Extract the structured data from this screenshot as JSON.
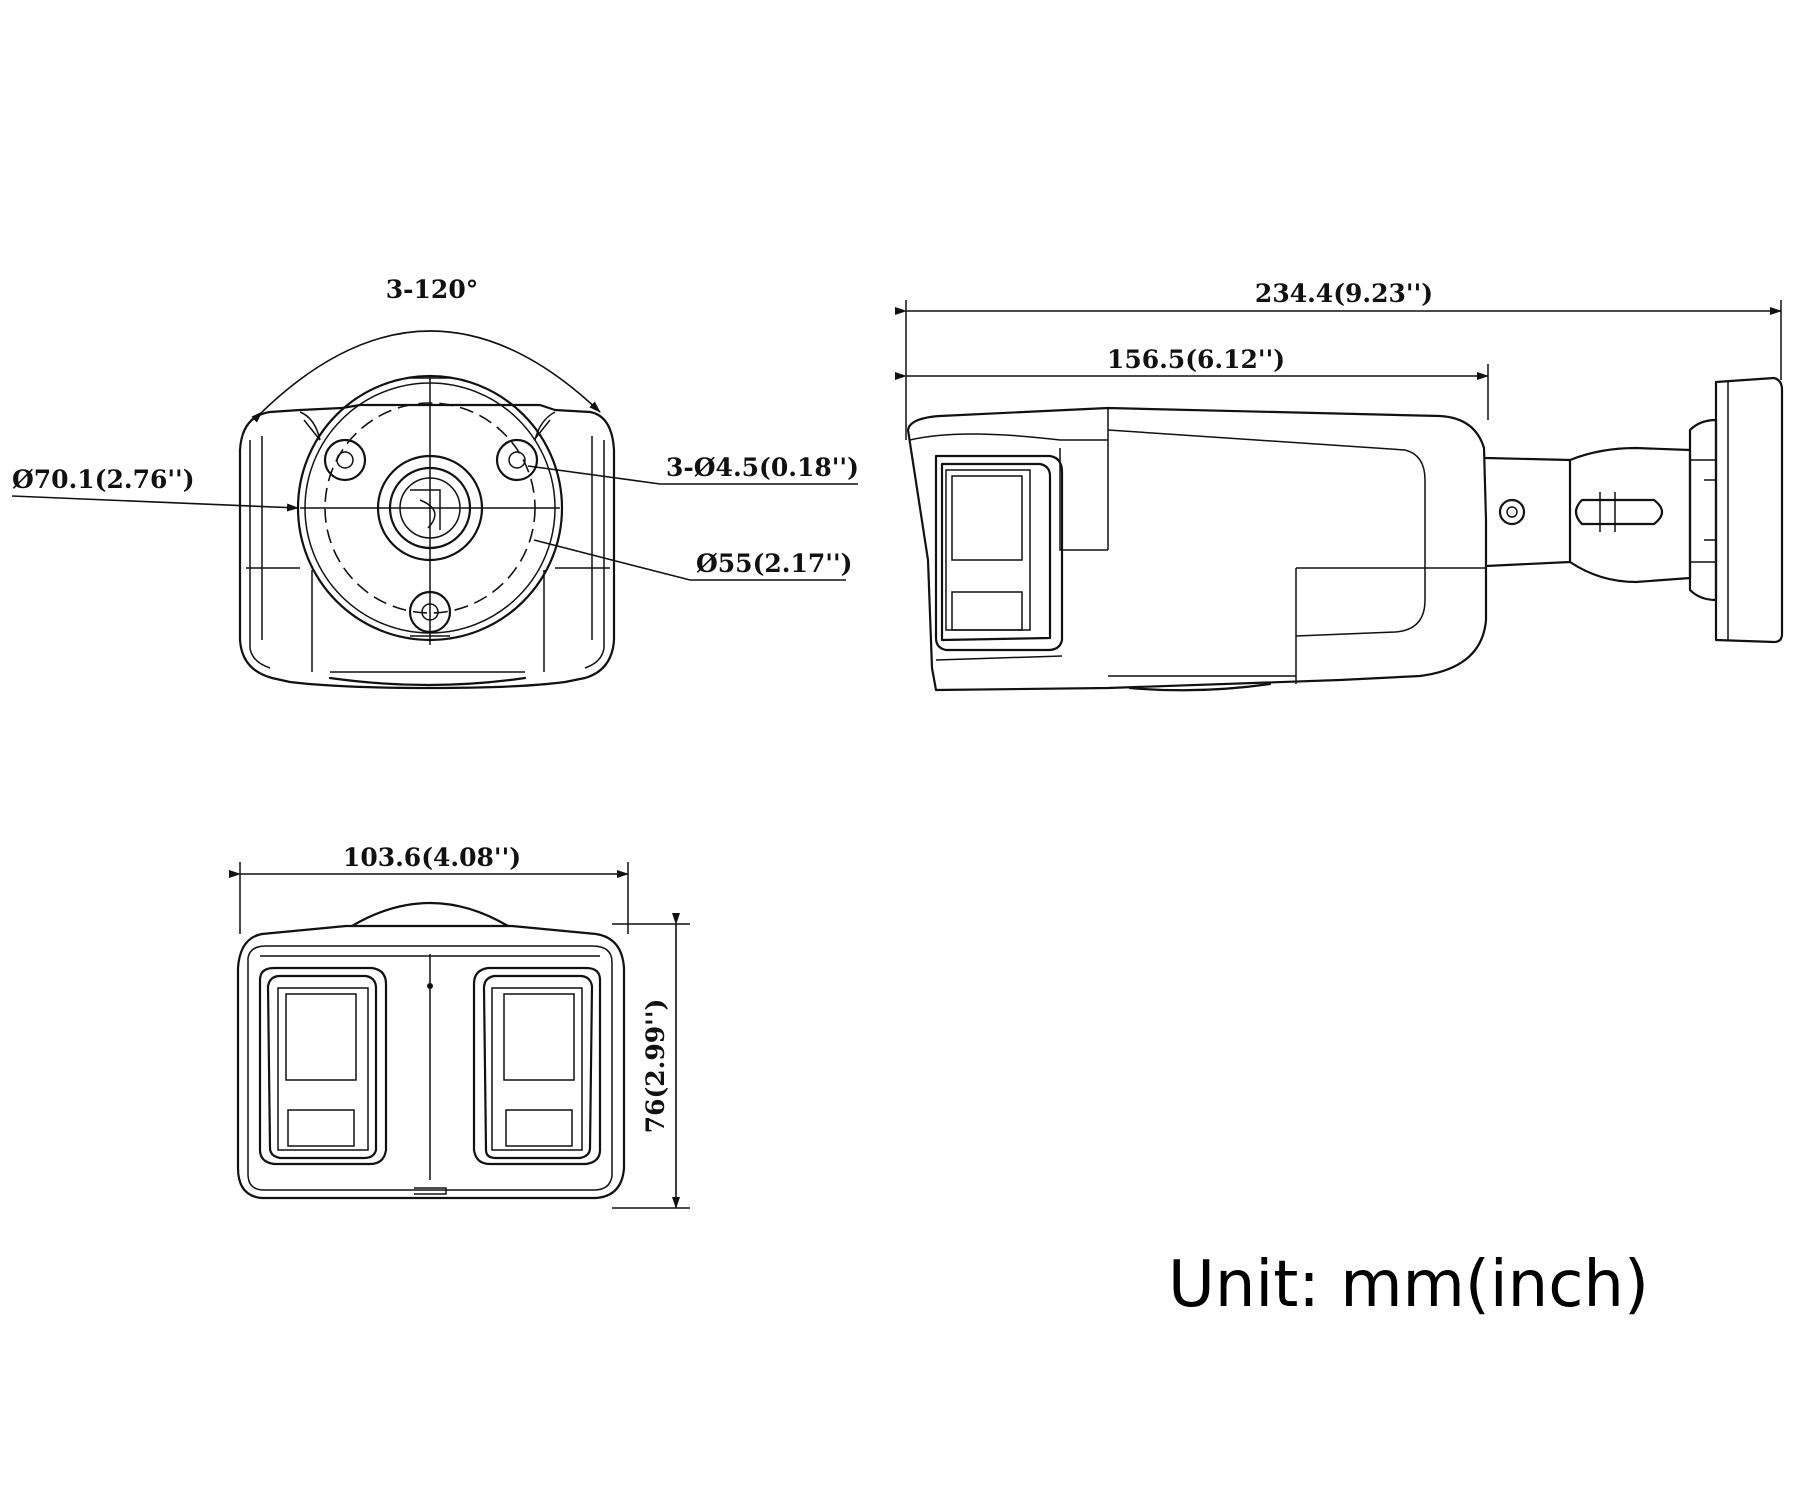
{
  "dimensions": {
    "angle": "3-120°",
    "outer_diameter": "Ø70.1(2.76'')",
    "hole_size": "3-Ø4.5(0.18'')",
    "hole_circle": "Ø55(2.17'')",
    "total_length": "234.4(9.23'')",
    "body_length": "156.5(6.12'')",
    "width": "103.6(4.08'')",
    "height": "76(2.99'')"
  },
  "unit_label": "Unit: mm(inch)"
}
